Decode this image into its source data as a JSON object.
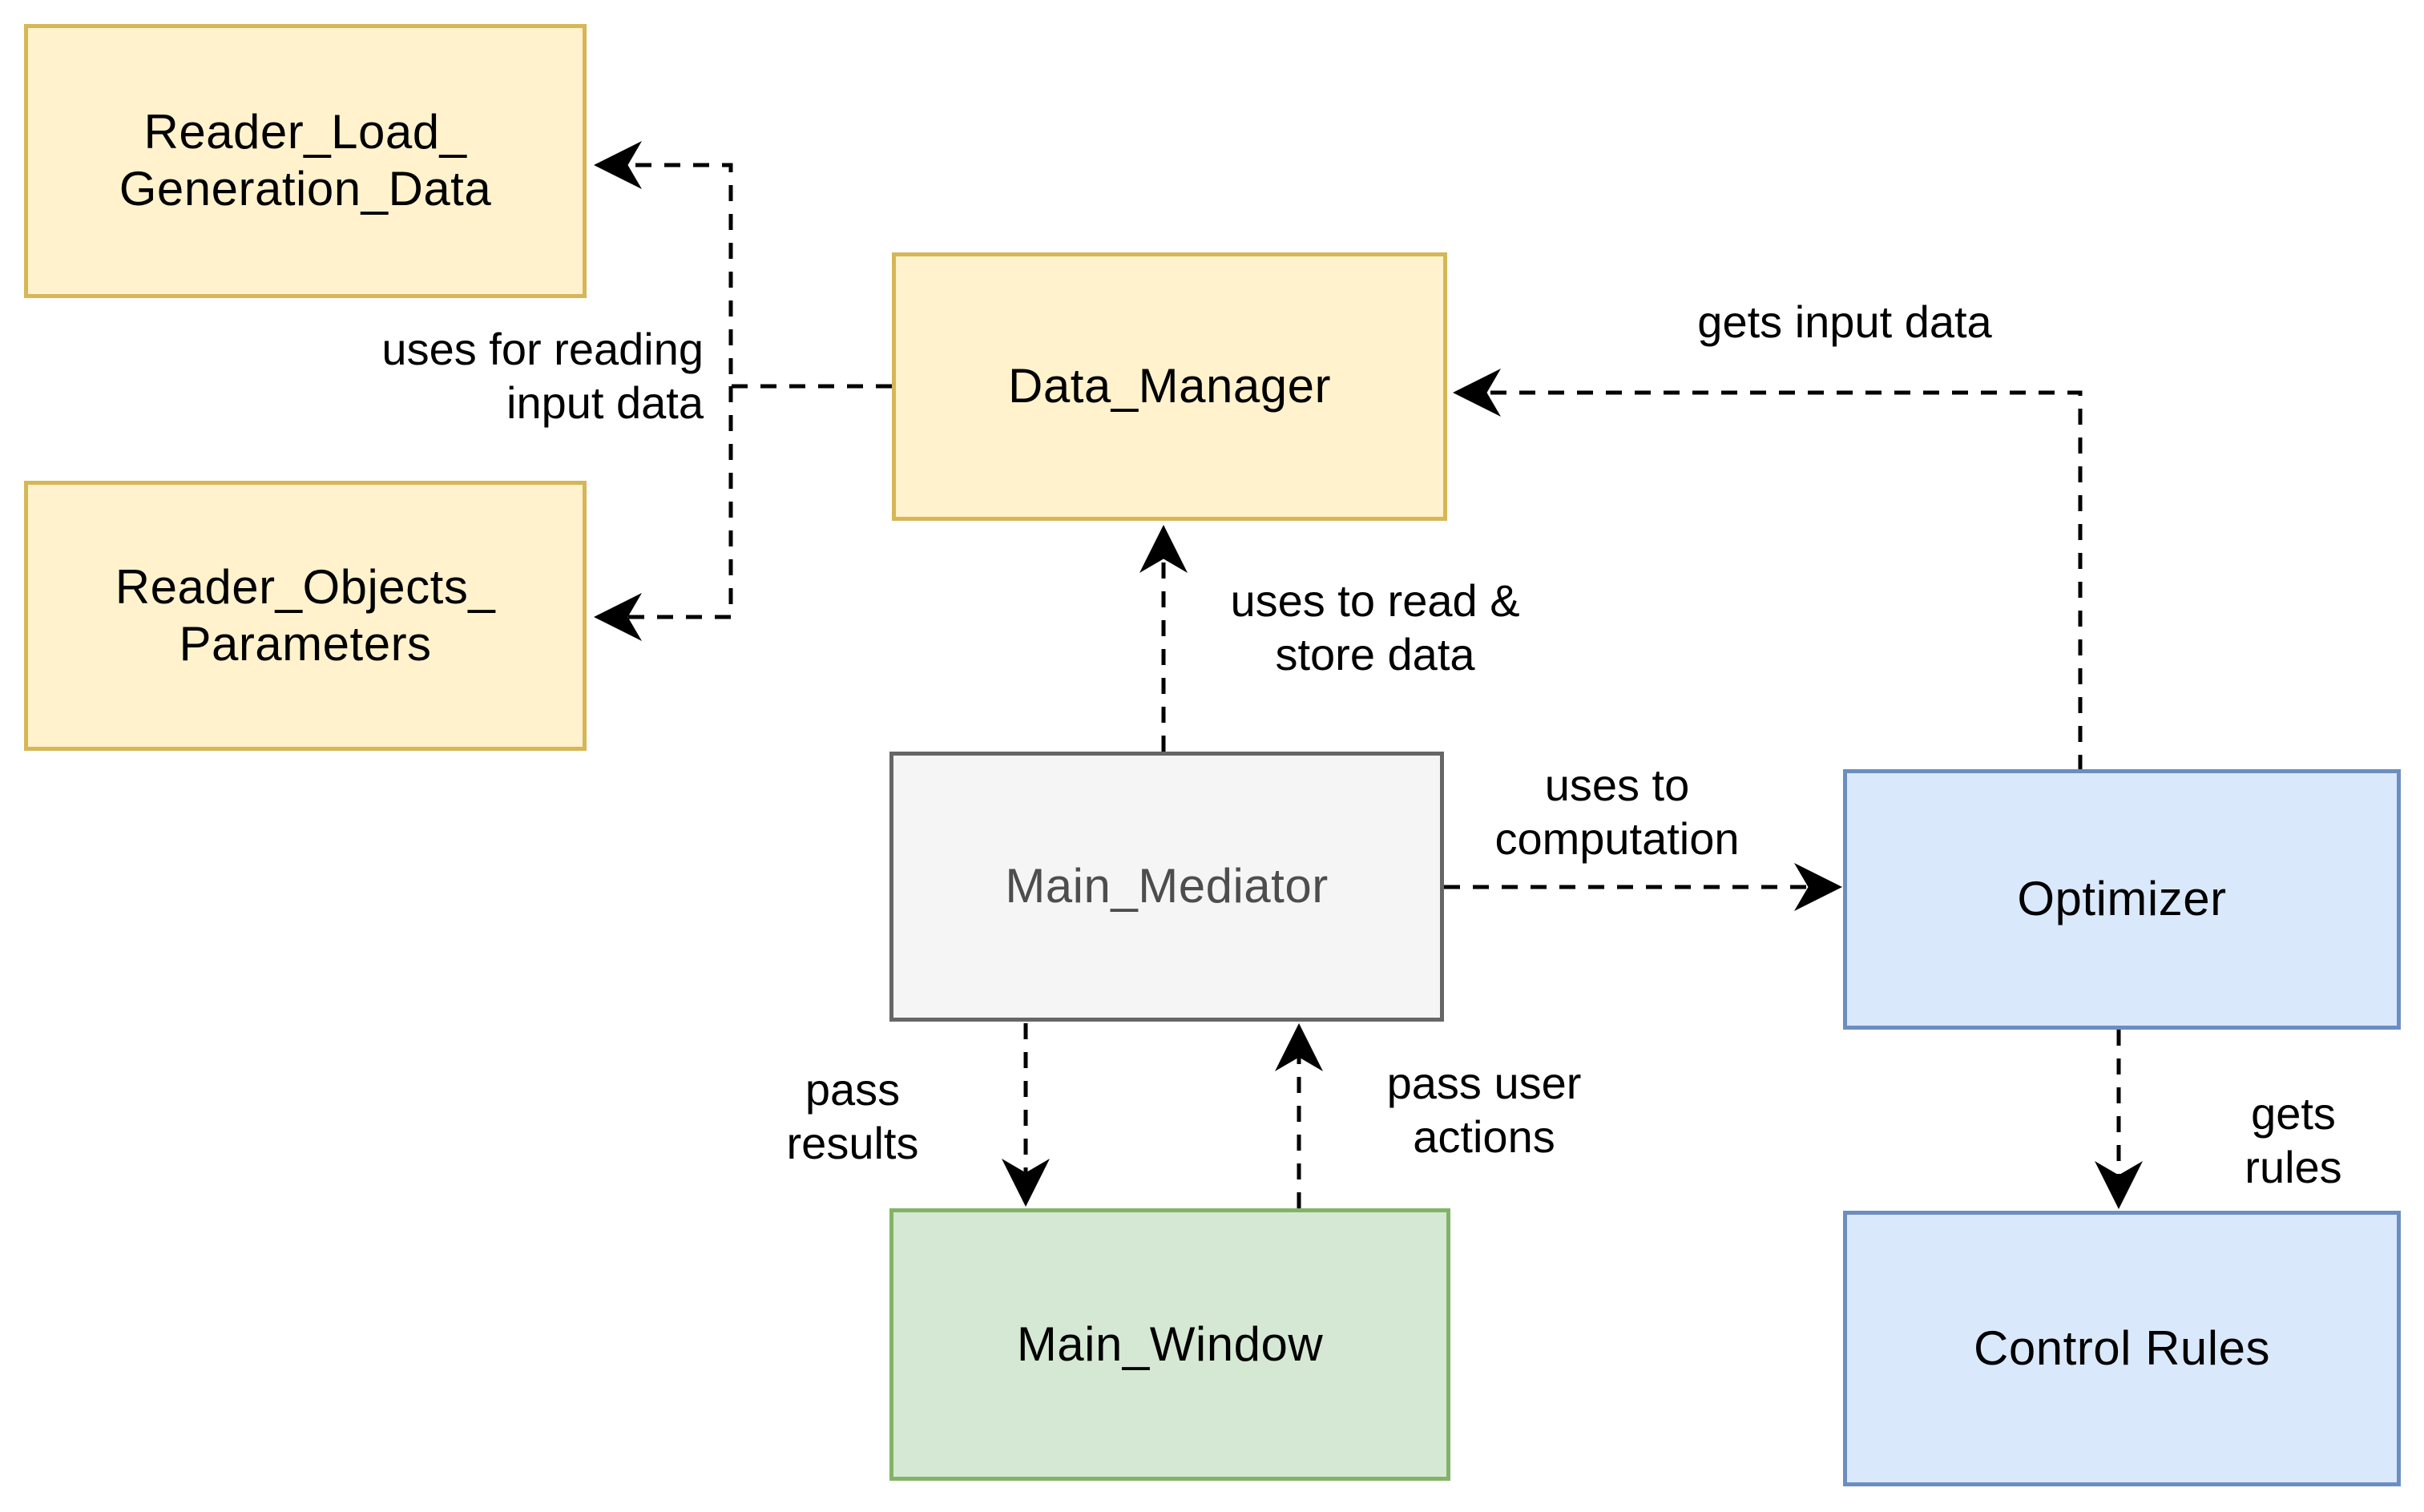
{
  "diagram": {
    "background": "#ffffff",
    "edge_color": "#000000",
    "palette": {
      "yellow_fill": "#FFF2CC",
      "yellow_stroke": "#D6B656",
      "blue_fill": "#DAE8FC",
      "blue_stroke": "#6C8EBF",
      "green_fill": "#D5E8D4",
      "green_stroke": "#82B366",
      "gray_fill": "#F5F5F5",
      "gray_stroke": "#666666"
    },
    "nodes": [
      {
        "id": "reader-load-generation-data",
        "label": "Reader_Load_\nGeneration_Data",
        "fill": "#FFF2CC",
        "stroke": "#D6B656",
        "text_color": "#000000"
      },
      {
        "id": "reader-objects-parameters",
        "label": "Reader_Objects_\nParameters",
        "fill": "#FFF2CC",
        "stroke": "#D6B656",
        "text_color": "#000000"
      },
      {
        "id": "data-manager",
        "label": "Data_Manager",
        "fill": "#FFF2CC",
        "stroke": "#D6B656",
        "text_color": "#000000"
      },
      {
        "id": "main-mediator",
        "label": "Main_Mediator",
        "fill": "#F5F5F5",
        "stroke": "#666666",
        "text_color": "#4D4D4D"
      },
      {
        "id": "main-window",
        "label": "Main_Window",
        "fill": "#D5E8D4",
        "stroke": "#82B366",
        "text_color": "#000000"
      },
      {
        "id": "optimizer",
        "label": "Optimizer",
        "fill": "#DAE8FC",
        "stroke": "#6C8EBF",
        "text_color": "#000000"
      },
      {
        "id": "control-rules",
        "label": "Control Rules",
        "fill": "#DAE8FC",
        "stroke": "#6C8EBF",
        "text_color": "#000000"
      }
    ],
    "edge_labels": [
      {
        "id": "uses-for-reading",
        "text": "uses for reading\ninput data"
      },
      {
        "id": "gets-input-data",
        "text": "gets input data"
      },
      {
        "id": "uses-to-read-store",
        "text": "uses to read &\nstore data"
      },
      {
        "id": "uses-to-computation",
        "text": "uses to\ncomputation"
      },
      {
        "id": "pass-results",
        "text": "pass\nresults"
      },
      {
        "id": "pass-user-actions",
        "text": "pass user\nactions"
      },
      {
        "id": "gets-rules",
        "text": "gets rules"
      }
    ],
    "edges": [
      {
        "id": "data-manager-to-reader-load",
        "description": "Data_Manager uses Reader_Load_Generation_Data for reading input data"
      },
      {
        "id": "data-manager-to-reader-objects",
        "description": "Data_Manager uses Reader_Objects_Parameters for reading input data"
      },
      {
        "id": "optimizer-to-data-manager",
        "description": "Optimizer gets input data from Data_Manager"
      },
      {
        "id": "main-mediator-to-data-manager",
        "description": "Main_Mediator uses Data_Manager to read & store data"
      },
      {
        "id": "main-mediator-to-optimizer",
        "description": "Main_Mediator uses Optimizer to computation"
      },
      {
        "id": "main-mediator-to-main-window",
        "description": "Main_Mediator passes results to Main_Window"
      },
      {
        "id": "main-window-to-main-mediator",
        "description": "Main_Window passes user actions to Main_Mediator"
      },
      {
        "id": "optimizer-to-control-rules",
        "description": "Optimizer gets rules from Control Rules"
      }
    ]
  }
}
